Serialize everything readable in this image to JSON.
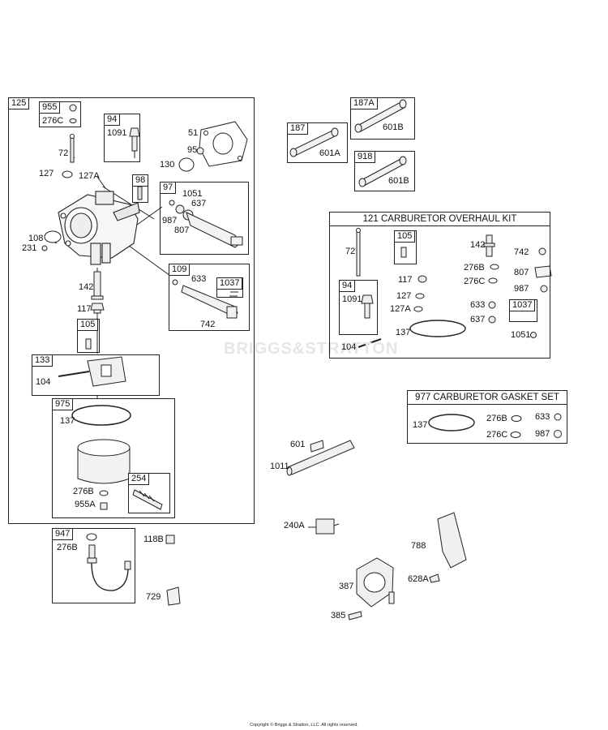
{
  "watermark": "BRIGGS&STRATTON",
  "copyright": "Copyright © Briggs & Stratton, LLC. All rights reserved.",
  "kits": {
    "overhaul": "121 CARBURETOR OVERHAUL KIT",
    "gasket": "977 CARBURETOR GASKET SET"
  },
  "main": {
    "box125": "125",
    "sub955": "955",
    "l276C_a": "276C",
    "sub94": "94",
    "l1091_a": "1091",
    "l72": "72",
    "l127": "127",
    "l127A": "127A",
    "sub98": "98",
    "l51": "51",
    "l95": "95",
    "l130": "130",
    "sub97": "97",
    "l1051_a": "1051",
    "l637_a": "637",
    "l987_a": "987",
    "l807_a": "807",
    "l108": "108",
    "l231": "231",
    "sub109": "109",
    "l633_a": "633",
    "sub1037_a": "1037",
    "l742_a": "742",
    "l142": "142",
    "l117": "117",
    "sub105": "105",
    "sub133": "133",
    "l104": "104",
    "sub975": "975",
    "l137": "137",
    "sub254": "254",
    "l276B": "276B",
    "l955A": "955A"
  },
  "bottom_left": {
    "sub947": "947",
    "l276B": "276B",
    "l118B": "118B",
    "l729": "729"
  },
  "tubes": {
    "sub187A": "187A",
    "l601B_a": "601B",
    "sub187": "187",
    "l601A": "601A",
    "sub918": "918",
    "l601B_b": "601B"
  },
  "overhaul": {
    "l72": "72",
    "sub105": "105",
    "l142": "142",
    "l742": "742",
    "l276B": "276B",
    "l807": "807",
    "l117": "117",
    "l276C": "276C",
    "sub94": "94",
    "l1091": "1091",
    "l987": "987",
    "l127": "127",
    "l633": "633",
    "sub1037": "1037",
    "l127A": "127A",
    "l637": "637",
    "l137": "137",
    "l104": "104",
    "l1051": "1051"
  },
  "gasket": {
    "l137": "137",
    "l276B": "276B",
    "l633": "633",
    "l276C": "276C",
    "l987": "987"
  },
  "misc": {
    "l601": "601",
    "l1011": "1011",
    "l240A": "240A",
    "l788": "788",
    "l387": "387",
    "l628A": "628A",
    "l385": "385"
  }
}
